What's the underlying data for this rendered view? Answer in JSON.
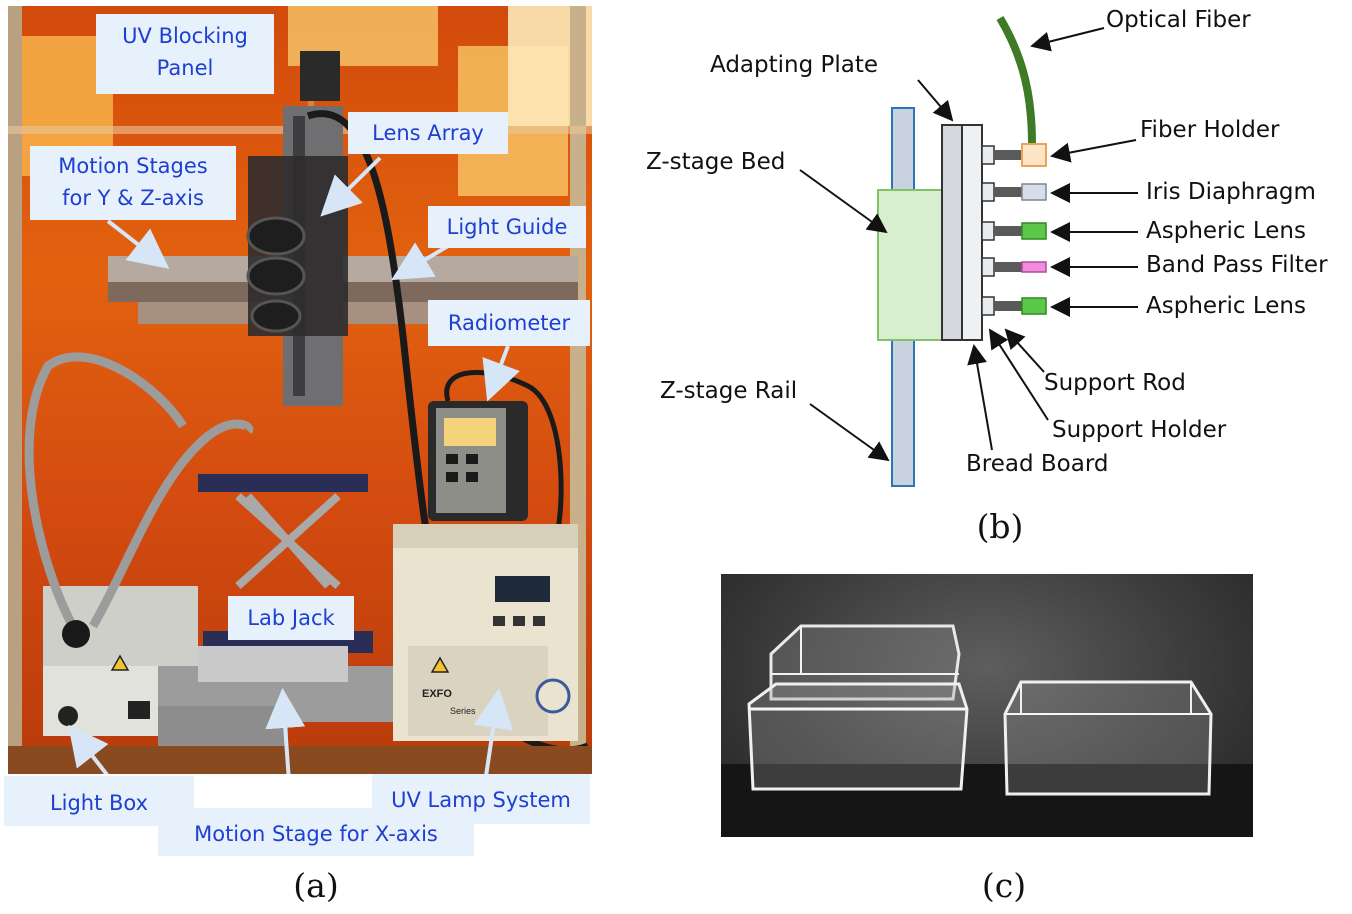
{
  "panel_a": {
    "caption": "(a)",
    "labels": {
      "uv_blocking_line1": "UV Blocking",
      "uv_blocking_line2": "Panel",
      "motion_yz_line1": "Motion Stages",
      "motion_yz_line2": "for Y & Z-axis",
      "lens_array": "Lens Array",
      "light_guide": "Light Guide",
      "radiometer": "Radiometer",
      "lab_jack": "Lab Jack",
      "light_box": "Light Box",
      "motion_x": "Motion Stage for X-axis",
      "uv_lamp": "UV Lamp System"
    },
    "device_text": {
      "exfo": "EXFO",
      "lamp_brand": "Series"
    }
  },
  "panel_b": {
    "caption": "(b)",
    "labels": {
      "optical_fiber": "Optical Fiber",
      "adapting_plate": "Adapting Plate",
      "fiber_holder": "Fiber Holder",
      "z_stage_bed": "Z-stage Bed",
      "iris_diaphragm": "Iris Diaphragm",
      "aspheric_lens_1": "Aspheric Lens",
      "band_pass_filter": "Band Pass Filter",
      "aspheric_lens_2": "Aspheric Lens",
      "z_stage_rail": "Z-stage Rail",
      "support_rod": "Support Rod",
      "support_holder": "Support Holder",
      "bread_board": "Bread Board"
    },
    "colors": {
      "rail": "#c9d3e0",
      "rail_border": "#2e75b6",
      "bed": "#d8efcf",
      "bed_border": "#82c06a",
      "fiber": "#3f7a26",
      "fiber_holder": "#fce4c4",
      "fiber_holder_border": "#e8a55a",
      "iris": "#d6dde6",
      "aspheric_lens": "#5cc84a",
      "band_pass_filter": "#f08cd8",
      "rod": "#5a5a5a"
    }
  },
  "panel_c": {
    "caption": "(c)"
  }
}
